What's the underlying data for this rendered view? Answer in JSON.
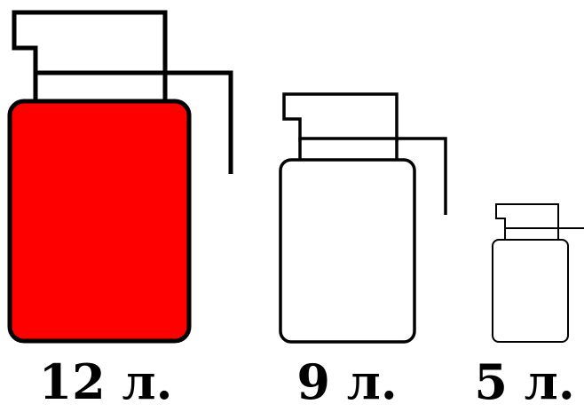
{
  "jugs": [
    {
      "label": "12 л.",
      "filled": true
    },
    {
      "label": "9 л.",
      "filled": false
    },
    {
      "label": "5 л.",
      "filled": false
    }
  ],
  "colors": {
    "water": "#ff0000",
    "empty": "#ffffff",
    "outline": "#000000"
  }
}
